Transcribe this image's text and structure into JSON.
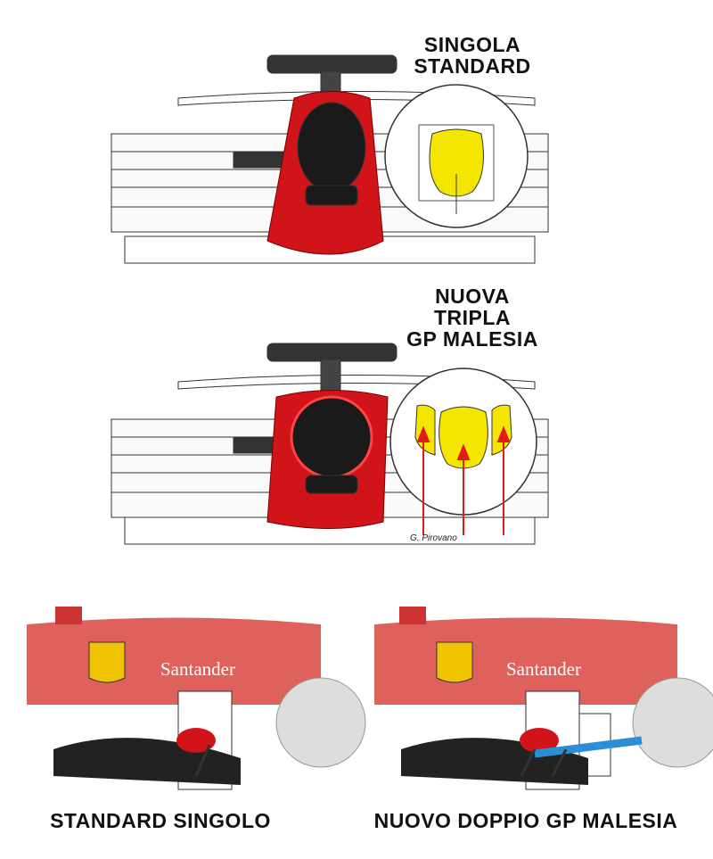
{
  "top_diagram": {
    "label_line1": "SINGOLA",
    "label_line2": "STANDARD"
  },
  "middle_diagram": {
    "label_line1": "NUOVA",
    "label_line2": "TRIPLA",
    "label_line3": "GP MALESIA",
    "credit": "G. Pirovano"
  },
  "bottom_left": {
    "caption": "STANDARD SINGOLO",
    "sponsor": "Santander"
  },
  "bottom_right": {
    "caption": "NUOVO DOPPIO GP MALESIA",
    "sponsor": "Santander"
  },
  "colors": {
    "ferrari_red": "#d0141a",
    "yellow": "#f5e600",
    "arrow_red": "#e21a1a",
    "flow_blue": "#2a8fd6"
  }
}
